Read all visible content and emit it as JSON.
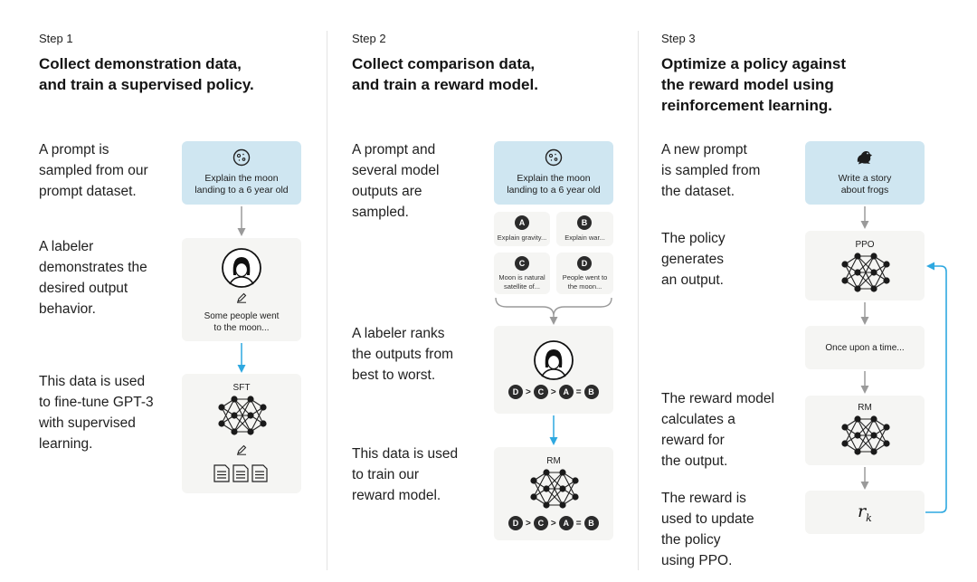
{
  "step1": {
    "step_label": "Step 1",
    "title": [
      "Collect demonstration data,",
      "and train a supervised policy."
    ],
    "desc_prompt": [
      "A prompt is",
      "sampled from our",
      "prompt dataset."
    ],
    "desc_labeler": [
      "A labeler",
      "demonstrates the",
      "desired output",
      "behavior."
    ],
    "desc_train": [
      "This data is used",
      "to fine-tune GPT-3",
      "with supervised",
      "learning."
    ],
    "prompt_text": [
      "Explain the moon",
      "landing to a 6 year old"
    ],
    "demo_text": [
      "Some people went",
      "to the moon..."
    ],
    "model_label": "SFT",
    "prompt_icon": "moon-icon",
    "accent": "#cfe6f1"
  },
  "step2": {
    "step_label": "Step 2",
    "title": [
      "Collect comparison data,",
      "and train a reward model."
    ],
    "desc_prompt": [
      "A prompt and",
      "several model",
      "outputs are",
      "sampled."
    ],
    "desc_rank": [
      "A labeler ranks",
      "the outputs from",
      "best to worst."
    ],
    "desc_train": [
      "This data is used",
      "to train our",
      "reward model."
    ],
    "prompt_text": [
      "Explain the moon",
      "landing to a 6 year old"
    ],
    "outputs": [
      {
        "letter": "A",
        "text": [
          "Explain gravity..."
        ]
      },
      {
        "letter": "B",
        "text": [
          "Explain war..."
        ]
      },
      {
        "letter": "C",
        "text": [
          "Moon is natural",
          "satellite of..."
        ]
      },
      {
        "letter": "D",
        "text": [
          "People went to",
          "the moon..."
        ]
      }
    ],
    "ranking": [
      "D",
      ">",
      "C",
      ">",
      "A",
      "=",
      "B"
    ],
    "model_label": "RM"
  },
  "step3": {
    "step_label": "Step 3",
    "title": [
      "Optimize a policy against",
      "the reward model using",
      "reinforcement learning."
    ],
    "desc_prompt": [
      "A new prompt",
      "is sampled from",
      "the dataset."
    ],
    "desc_policy": [
      "The policy",
      "generates",
      "an output."
    ],
    "desc_reward": [
      "The reward model",
      "calculates a",
      "reward for",
      "the output."
    ],
    "desc_update": [
      "The reward is",
      "used to update",
      "the policy",
      "using PPO."
    ],
    "prompt_text": [
      "Write a story",
      "about frogs"
    ],
    "prompt_icon": "frog-icon",
    "policy_label": "PPO",
    "output_text": "Once upon a time...",
    "rm_label": "RM",
    "reward_symbol": "r",
    "reward_subscript": "k",
    "loop_color": "#2ea8e0"
  }
}
